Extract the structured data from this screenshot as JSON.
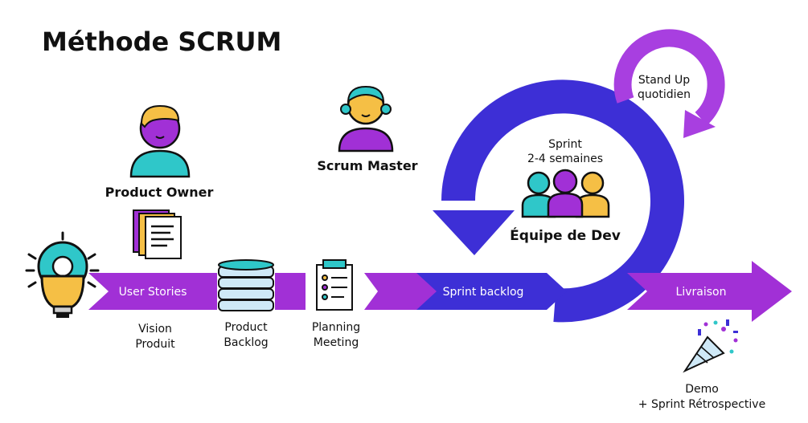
{
  "title": "Méthode SCRUM",
  "roles": {
    "product_owner": "Product Owner",
    "scrum_master": "Scrum Master",
    "dev_team": "Équipe de Dev"
  },
  "sprint": {
    "line1": "Sprint",
    "line2": "2-4 semaines"
  },
  "standup": {
    "line1": "Stand Up",
    "line2": "quotidien"
  },
  "flow": {
    "user_stories": "User Stories",
    "sprint_backlog": "Sprint backlog",
    "livraison": "Livraison"
  },
  "captions": {
    "vision_1": "Vision",
    "vision_2": "Produit",
    "backlog_1": "Product",
    "backlog_2": "Backlog",
    "planning_1": "Planning",
    "planning_2": "Meeting",
    "demo_1": "Demo",
    "demo_2": "+ Sprint Rétrospective"
  },
  "colors": {
    "purple": "#a130d6",
    "indigo": "#3d2fd6",
    "light_purple": "#a83fe0",
    "teal": "#2fc7c9",
    "yellow": "#f5bf45",
    "dark": "#111111"
  },
  "icons": [
    "lightbulb-gear-icon",
    "documents-icon",
    "server-stack-icon",
    "checklist-icon",
    "party-popper-icon"
  ]
}
